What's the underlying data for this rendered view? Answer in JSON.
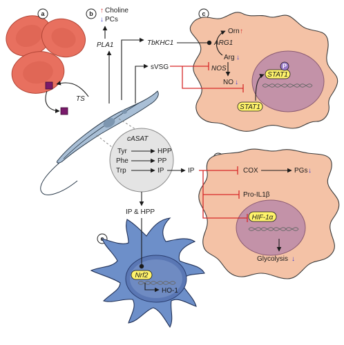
{
  "colors": {
    "rbc": "#e8705f",
    "cell_pink": "#f4c2a6",
    "nucleus": "#c392a8",
    "dendritic": "#6d8fc9",
    "dendritic_nucleus": "#5a77b4",
    "parasite": "#a9bfd6",
    "inhibition": "#d62828",
    "gene_highlight": "#fff36b",
    "purple_marker": "#7a1a6b",
    "up_arrow": "#d62828",
    "down_arrow": "#3a3ad0"
  },
  "panels": {
    "a": "a",
    "b": "b",
    "c": "c",
    "d": "d",
    "e": "e"
  },
  "panel_a": {
    "ts": "TS"
  },
  "panel_b": {
    "pla1": "PLA1",
    "choline": "Choline",
    "pcs": "PCs",
    "up": "↑",
    "down": "↓"
  },
  "panel_c": {
    "tbkhc1": "TbKHC1",
    "svsg": "sVSG",
    "orn": "Orn",
    "arg1": "ARG1",
    "arg": "Arg",
    "nos": "NOS",
    "no": "NO",
    "stat1_nuclear": "STAT1",
    "stat1_cyto": "STAT1",
    "phospho": "P",
    "up": "↑",
    "down": "↓"
  },
  "metabolism": {
    "enzyme": "cASAT",
    "tyr": "Tyr",
    "phe": "Phe",
    "trp": "Trp",
    "hpp": "HPP",
    "pp": "PP",
    "ip": "IP",
    "ip_out": "IP",
    "ip_hpp": "IP & HPP"
  },
  "panel_d": {
    "cox": "COX",
    "pgs": "PGs",
    "pro_il1b": "Pro-IL1β",
    "hif": "HIF-1α",
    "glycolysis": "Glycolysis",
    "down": "↓"
  },
  "panel_e": {
    "nrf2": "Nrf2",
    "ho1": "HO-1"
  }
}
